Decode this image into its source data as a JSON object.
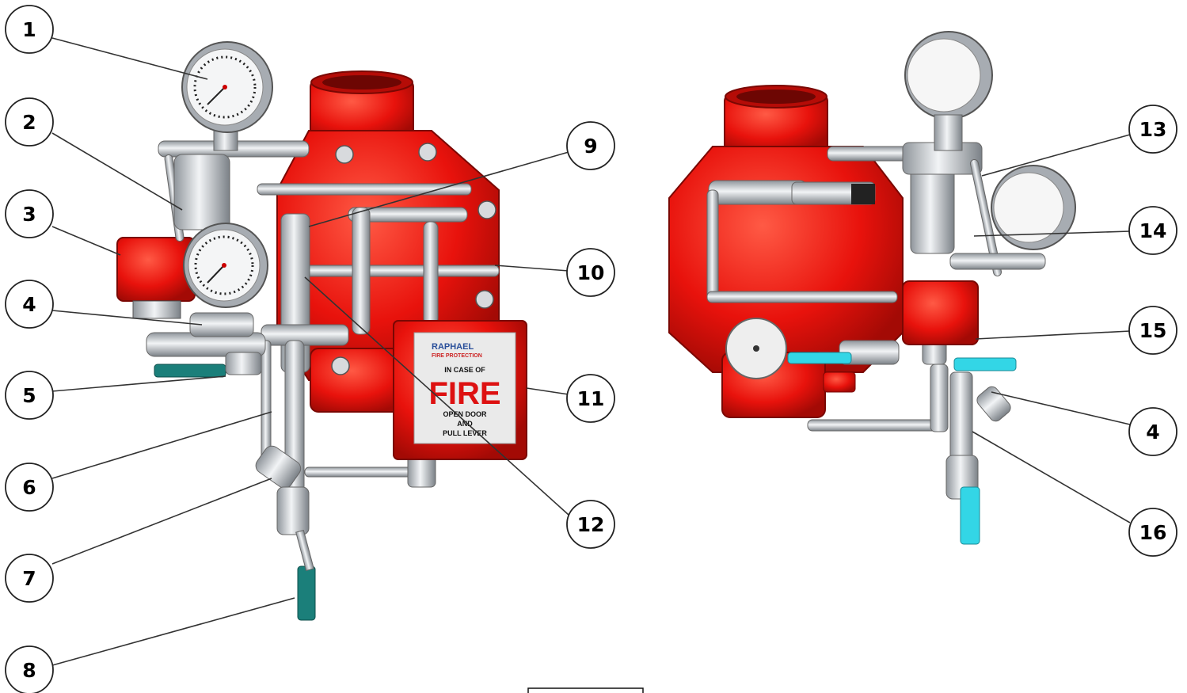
{
  "callouts": {
    "c1": "1",
    "c2": "2",
    "c3": "3",
    "c4": "4",
    "c5": "5",
    "c6": "6",
    "c7": "7",
    "c8": "8",
    "c9": "9",
    "c10": "10",
    "c11": "11",
    "c12": "12",
    "c13": "13",
    "c14": "14",
    "c15": "15",
    "c4b": "4",
    "c16": "16"
  },
  "fire_box": {
    "brand": "RAPHAEL",
    "brand_sub": "FIRE PROTECTION",
    "line1": "IN CASE OF",
    "fire": "FIRE",
    "line2": "OPEN DOOR",
    "line3": "AND",
    "line4": "PULL LEVER"
  },
  "colors": {
    "valve_red": "#e8120c",
    "handle_teal": "#1b7f7a",
    "handle_cyan": "#33d6e6",
    "steel": "#c9ccd0"
  }
}
